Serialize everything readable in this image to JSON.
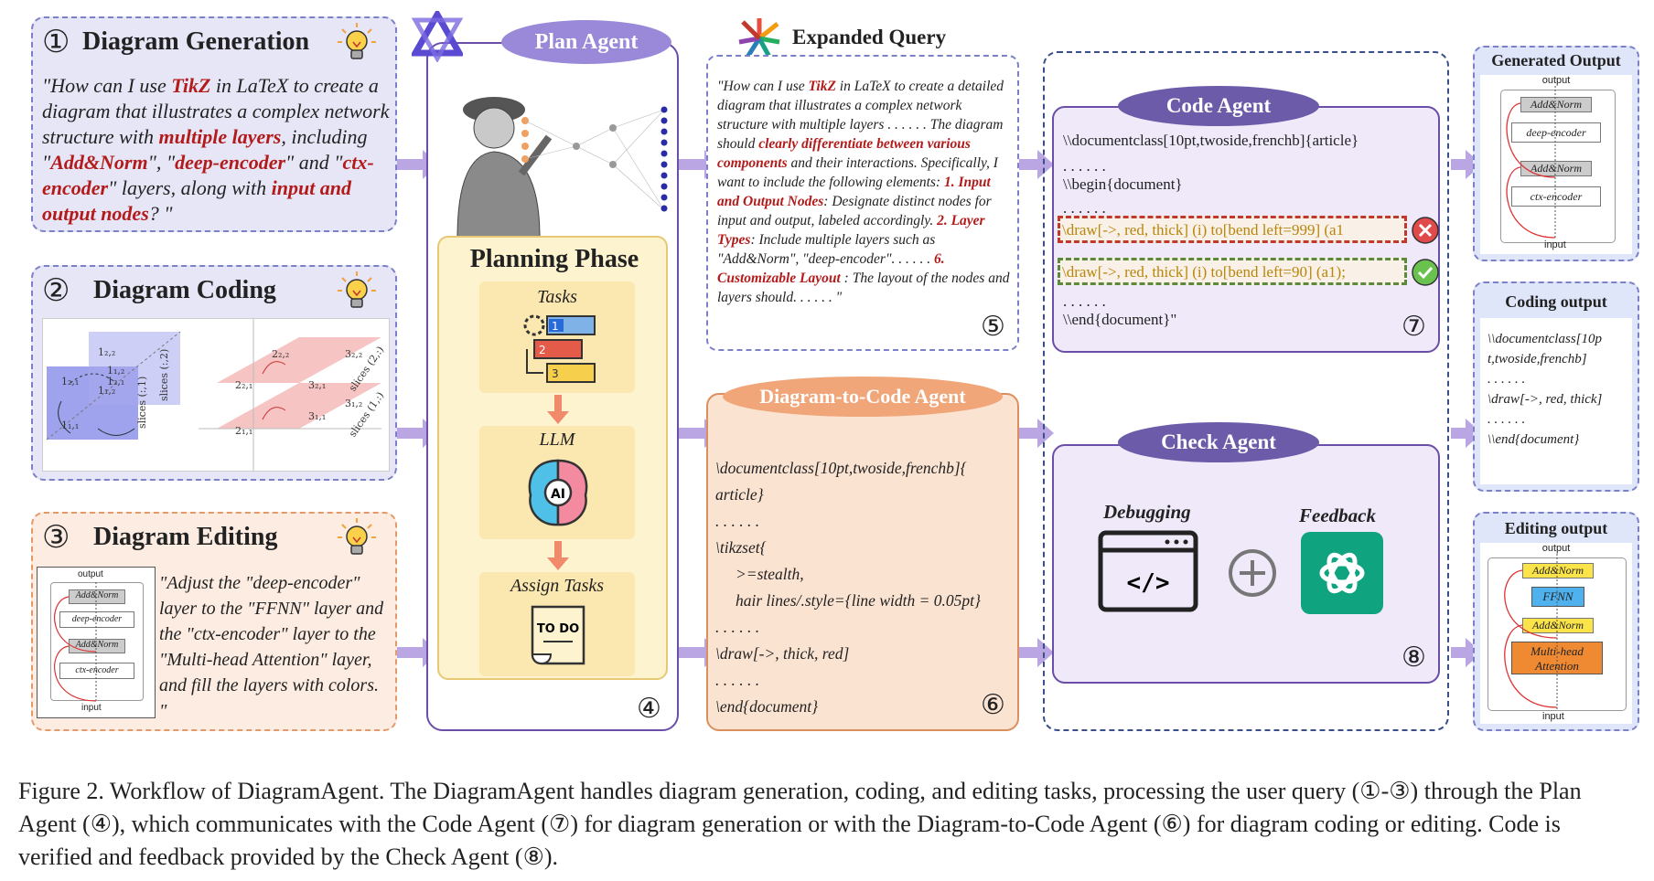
{
  "panel1": {
    "num": "①",
    "title": "Diagram Generation",
    "q_open": "\"How can I use ",
    "q_tikz": "TikZ",
    "q_a": " in LaTeX to create a diagram that illustrates a complex network structure with ",
    "q_ml": "multiple layers",
    "q_b": ", including \"",
    "q_addnorm": "Add&Norm",
    "q_c": "\", \"",
    "q_deep": "deep-encoder",
    "q_d": "\" and \"",
    "q_ctx": "ctx-encoder",
    "q_e": "\" layers, along with ",
    "q_io": "input and output nodes",
    "q_f": "? \""
  },
  "panel2": {
    "num": "②",
    "title": "Diagram Coding",
    "labels": [
      "1₂,₂",
      "1₁,₂",
      "1₂,₁",
      "1₁,₁",
      "1₂,₁",
      "1₁,₂",
      "slices (:,1)",
      "slices (:,2)",
      "2₂,₂",
      "3₂,₂",
      "2₂,₁",
      "3₂,₁",
      "3₁,₂",
      "2₁,₁",
      "3₁,₁",
      "slices (1,:)",
      "slices (2,:)"
    ]
  },
  "panel3": {
    "num": "③",
    "title": "Diagram Editing",
    "quote": "\"Adjust the \"deep-encoder\" layer to the \"FFNN\" layer and the \"ctx-encoder\" layer to the \"Multi-head Attention\" layer, and fill the layers with colors. \"",
    "mini": {
      "output": "output",
      "addnorm1": "Add&Norm",
      "deep": "deep-encoder",
      "addnorm2": "Add&Norm",
      "ctx": "ctx-encoder",
      "input": "input"
    }
  },
  "plan": {
    "title": "Plan Agent",
    "phase": "Planning Phase",
    "tasks": "Tasks",
    "llm": "LLM",
    "assign": "Assign Tasks",
    "todo": "TO DO",
    "ai": "AI",
    "num": "④",
    "task_nums": [
      "1",
      "2",
      "3"
    ]
  },
  "expanded": {
    "title": "Expanded Query",
    "t1": "\"How can I use ",
    "tikz": "TikZ",
    "t2": " in LaTeX to create a detailed diagram that illustrates a complex network structure with multiple layers . . . . . . The diagram should ",
    "r1": "clearly differentiate between various components",
    "t3": " and their interactions. Specifically, I want to include the following elements: ",
    "r2": "1. Input and Output Nodes",
    "t4": ": Designate distinct nodes for input and output, labeled accordingly. ",
    "r3": "2. Layer Types",
    "t5": ": Include multiple layers such as \"Add&Norm\", \"deep-encoder\". . . . . . ",
    "r4": "6. Customizable Layout",
    "t6": " : The layout of the nodes and layers should. . . . . . \"",
    "num": "⑤"
  },
  "d2c": {
    "title": "Diagram-to-Code Agent",
    "lines": [
      "\\documentclass[10pt,twoside,frenchb]{",
      "article}",
      ". . . . . .",
      "\\tikzset{",
      "   >=stealth,",
      "   hair lines/.style={line width = 0.05pt}",
      ". . . . . .",
      "\\draw[->, thick, red]",
      ". . . . . .",
      "\\end{document}"
    ],
    "num": "⑥"
  },
  "code": {
    "title": "Code Agent",
    "l1": "\\\\documentclass[10pt,twoside,frenchb]{article}",
    "dots1": ". . . . . .",
    "l2": "\\\\begin{document}",
    "dots2": ". . . . . .",
    "wrong": "\\draw[->, red, thick] (i) to[bend left=999] (a1",
    "right": "\\draw[->, red, thick] (i) to[bend left=90] (a1);",
    "dots3": ". . . . . .",
    "l3": "\\\\end{document}\"",
    "num": "⑦"
  },
  "check": {
    "title": "Check Agent",
    "debug": "Debugging",
    "feedback": "Feedback",
    "code_glyph": "</>",
    "num": "⑧"
  },
  "gen_out": {
    "title": "Generated Output",
    "output": "output",
    "addnorm1": "Add&Norm",
    "deep": "deep-encoder",
    "addnorm2": "Add&Norm",
    "ctx": "ctx-encoder",
    "input": "input"
  },
  "coding_out": {
    "title": "Coding output",
    "lines": [
      "\\\\documentclass[10p",
      "t,twoside,frenchb]",
      ". . . . . .",
      "\\draw[->, red, thick]",
      ". . . . . .",
      "\\\\end{document}"
    ]
  },
  "edit_out": {
    "title": "Editing output",
    "output": "output",
    "addnorm1": "Add&Norm",
    "ffnn": "FFNN",
    "addnorm2": "Add&Norm",
    "mha1": "Multi-head",
    "mha2": "Attention",
    "input": "input"
  },
  "caption": "Figure 2. Workflow of DiagramAgent. The DiagramAgent handles diagram generation, coding, and editing tasks, processing the user query (①-③) through the Plan Agent (④), which communicates with the Code Agent (⑦) for diagram generation or with the Diagram-to-Code Agent (⑥) for diagram coding or editing. Code is verified and feedback provided by the Check Agent (⑧).",
  "colors": {
    "lavender": "#e6e6f7",
    "purple": "#6b4ea8",
    "red": "#b31b1b",
    "arrow": "#b9a6e3",
    "peach": "#fbe3d2",
    "yellow": "#fdf3cf"
  }
}
